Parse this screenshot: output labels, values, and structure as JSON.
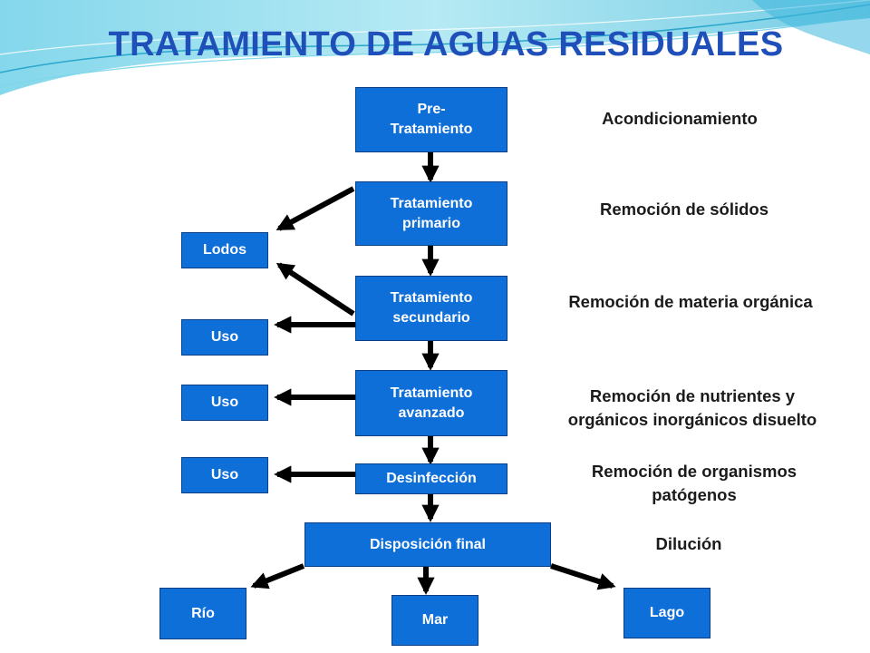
{
  "title": "TRATAMIENTO DE AGUAS RESIDUALES",
  "process": {
    "pre": "Pre-\nTratamiento",
    "primary": "Tratamiento\nprimario",
    "secondary": "Tratamiento\nsecundario",
    "advanced": "Tratamiento\navanzado",
    "disinfection": "Desinfección",
    "final": "Disposición final"
  },
  "outputs": {
    "sludge": "Lodos",
    "use1": "Uso",
    "use2": "Uso",
    "use3": "Uso",
    "river": "Río",
    "sea": "Mar",
    "lake": "Lago"
  },
  "notes": {
    "pre": "Acondicionamiento",
    "primary": "Remoción de sólidos",
    "secondary": "Remoción de materia orgánica",
    "advanced": "Remoción de nutrientes y\norgánicos inorgánicos disuelto",
    "disinfection": "Remoción de organismos\npatógenos",
    "final": "Dilución"
  },
  "colors": {
    "box": "#0f6fd8",
    "title": "#1f4fb8",
    "arrow": "#000000"
  }
}
